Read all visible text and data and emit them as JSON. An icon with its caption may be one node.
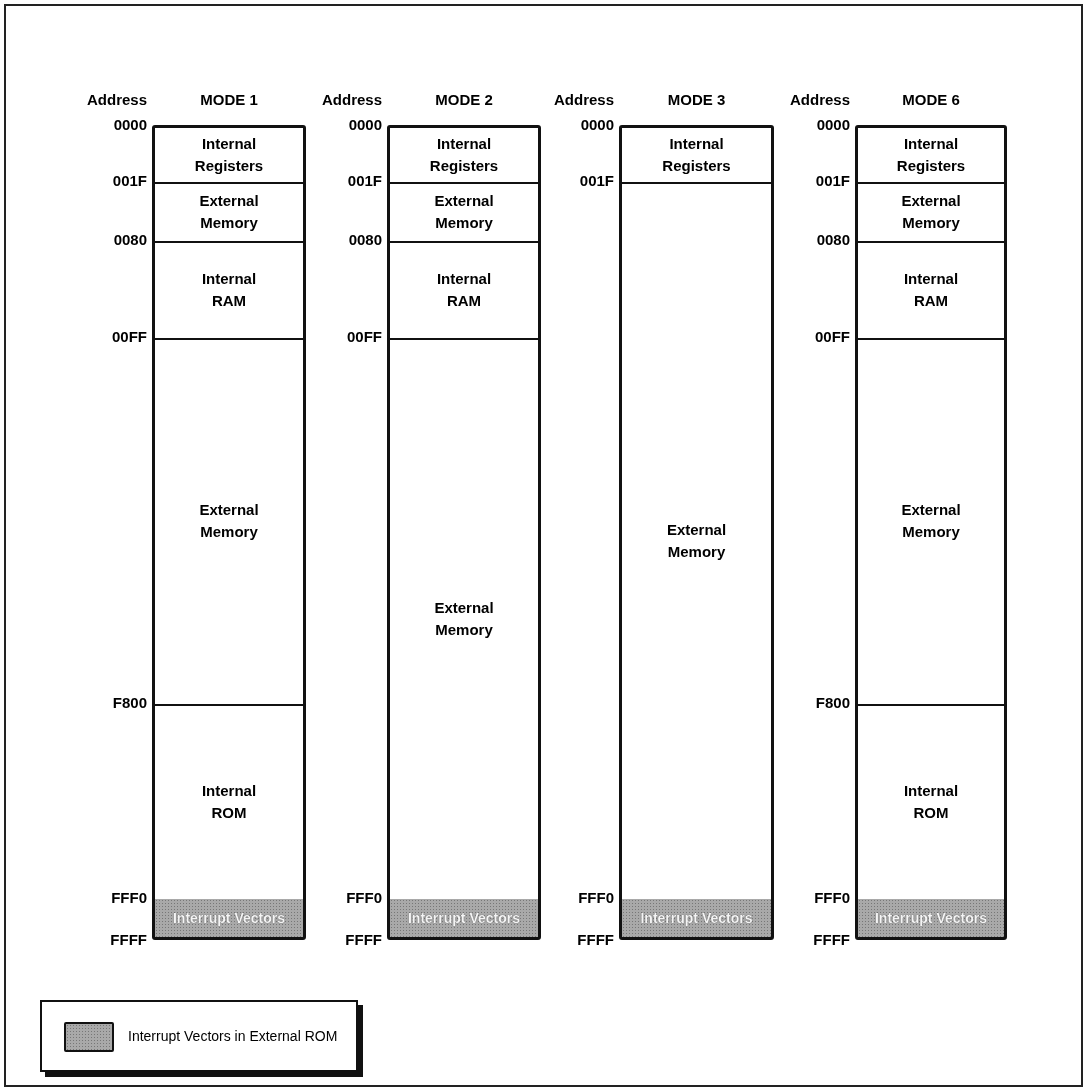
{
  "diagram": {
    "nodes": [
      {
        "text": [
          "MODE 1"
        ]
      },
      {
        "text": [
          "Internal Registers"
        ],
        "in": 0
      },
      {
        "text": [
          "External Memory"
        ],
        "in": 0
      },
      {
        "text": [
          "Internal RAM"
        ],
        "in": 0
      },
      {
        "text": [
          "External Memory"
        ],
        "in": 0
      },
      {
        "text": [
          "Internal ROM"
        ],
        "in": 0
      },
      {
        "text": [
          "Interrupt Vectors"
        ],
        "in": 0
      },
      {
        "text": [
          "MODE 2"
        ]
      },
      {
        "text": [
          "Internal Registers"
        ],
        "in": 7
      },
      {
        "text": [
          "External Memory"
        ],
        "in": 7
      },
      {
        "text": [
          "Internal RAM"
        ],
        "in": 7
      },
      {
        "text": [
          "External Memory"
        ],
        "in": 7
      },
      {
        "text": [
          "Interrupt Vectors"
        ],
        "in": 7
      },
      {
        "text": [
          "MODE 3"
        ]
      },
      {
        "text": [
          "Internal Registers"
        ],
        "in": 13
      },
      {
        "text": [
          "External Memory"
        ],
        "in": 13
      },
      {
        "text": [
          "Interrupt Vectors"
        ],
        "in": 13
      },
      {
        "text": [
          "MODE 6"
        ]
      },
      {
        "text": [
          "Internal Registers"
        ],
        "in": 17
      },
      {
        "text": [
          "External Memory"
        ],
        "in": 17
      },
      {
        "text": [
          "Internal RAM"
        ],
        "in": 17
      },
      {
        "text": [
          "External Memory"
        ],
        "in": 17
      },
      {
        "text": [
          "Internal ROM"
        ],
        "in": 17
      },
      {
        "text": [
          "Interrupt Vectors"
        ],
        "in": 17
      }
    ],
    "edges": [],
    "labels": [
      "Address",
      "0000",
      "001F",
      "0080",
      "00FF",
      "F800",
      "FFF0",
      "FFFF",
      "Address",
      "0000",
      "001F",
      "0080",
      "00FF",
      "FFF0",
      "FFFF",
      "Address",
      "0000",
      "001F",
      "FFF0",
      "FFFF",
      "Address",
      "0000",
      "001F",
      "0080",
      "00FF",
      "F800",
      "FFF0",
      "FFFF"
    ],
    "legend": [
      {
        "text": "Interrupt Vectors in External ROM",
        "color": "#a9a9a9"
      }
    ]
  }
}
